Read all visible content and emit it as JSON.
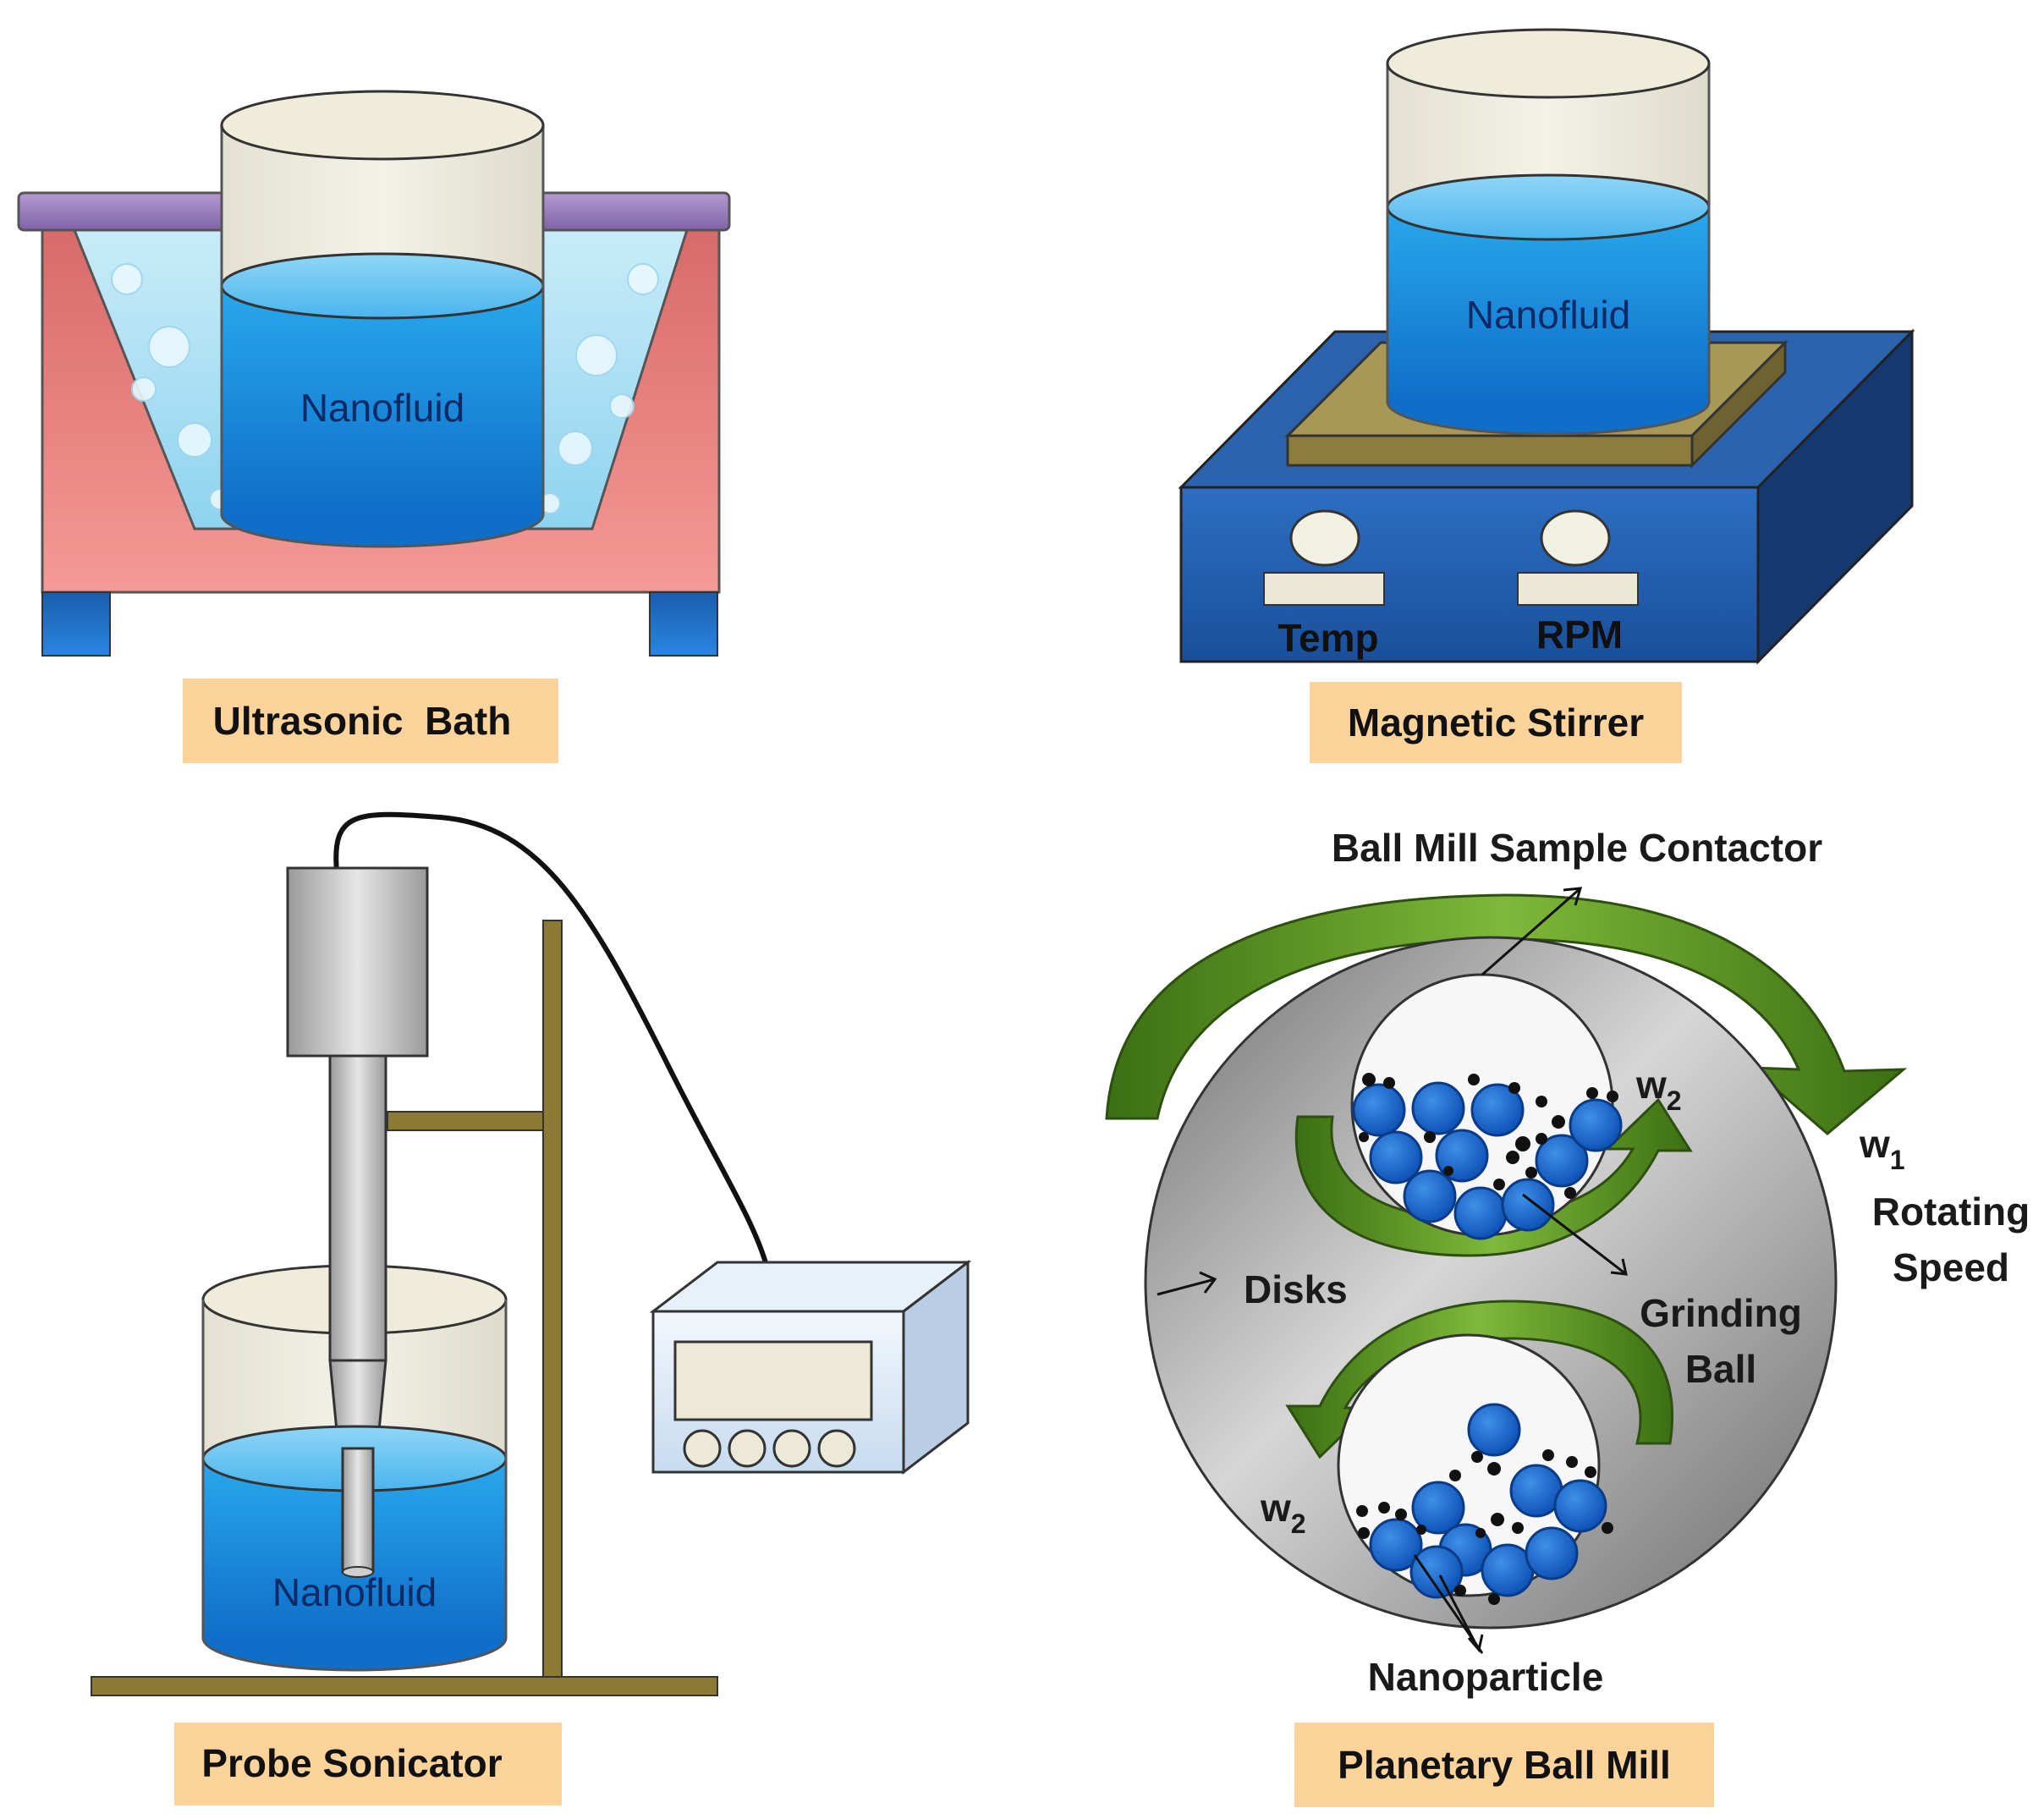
{
  "panels": {
    "ultrasonic_bath": {
      "caption": "Ultrasonic  Bath",
      "fluid_label": "Nanofluid"
    },
    "magnetic_stirrer": {
      "caption": "Magnetic Stirrer",
      "fluid_label": "Nanofluid",
      "controls": [
        "Temp",
        "RPM"
      ]
    },
    "probe_sonicator": {
      "caption": "Probe Sonicator",
      "fluid_label": "Nanofluid"
    },
    "planetary_ball_mill": {
      "caption": "Planetary Ball Mill",
      "contactor_label": "Ball Mill Sample Contactor",
      "disks_label": "Disks",
      "grinding_ball_label_line1": "Grinding",
      "grinding_ball_label_line2": "Ball",
      "nanoparticle_label": "Nanoparticle",
      "rotating_speed_line1": "Rotating",
      "rotating_speed_line2": "Speed",
      "w1_base": "w",
      "w1_sub": "1",
      "w2_base": "w",
      "w2_sub": "2"
    }
  },
  "colors": {
    "caption_bg": "#fbd39b",
    "nanofluid_blue": "#2aa0e6",
    "bath_body": "#f08a86",
    "bath_lid": "#9c7fbf",
    "stirrer_body": "#1f5fb0",
    "hotplate": "#a89858",
    "stand": "#8c7a35",
    "mill_disk": "#9a9a9a",
    "grinding_ball": "#1f6fd0",
    "arrow_green": "#4e8a1e"
  }
}
